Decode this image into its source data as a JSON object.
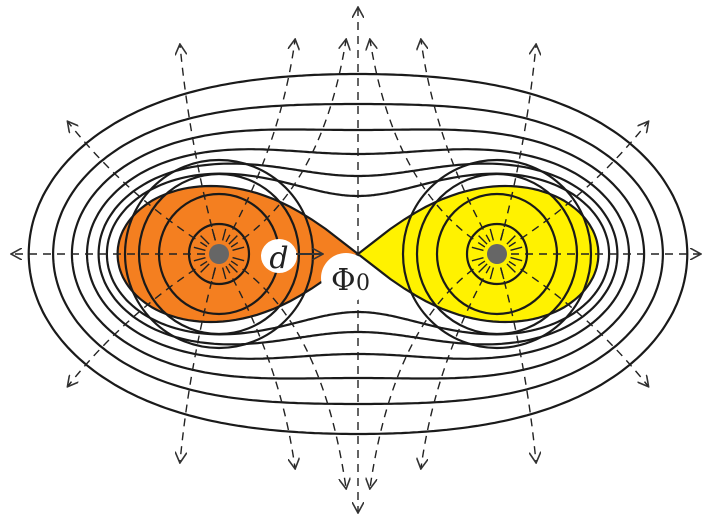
{
  "labels": {
    "distance": "d",
    "potential": "Φ",
    "potential_subscript": "0"
  },
  "colors": {
    "left_region": "#f47f20",
    "right_region": "#fff200",
    "charge": "#666666",
    "line": "#222222"
  }
}
